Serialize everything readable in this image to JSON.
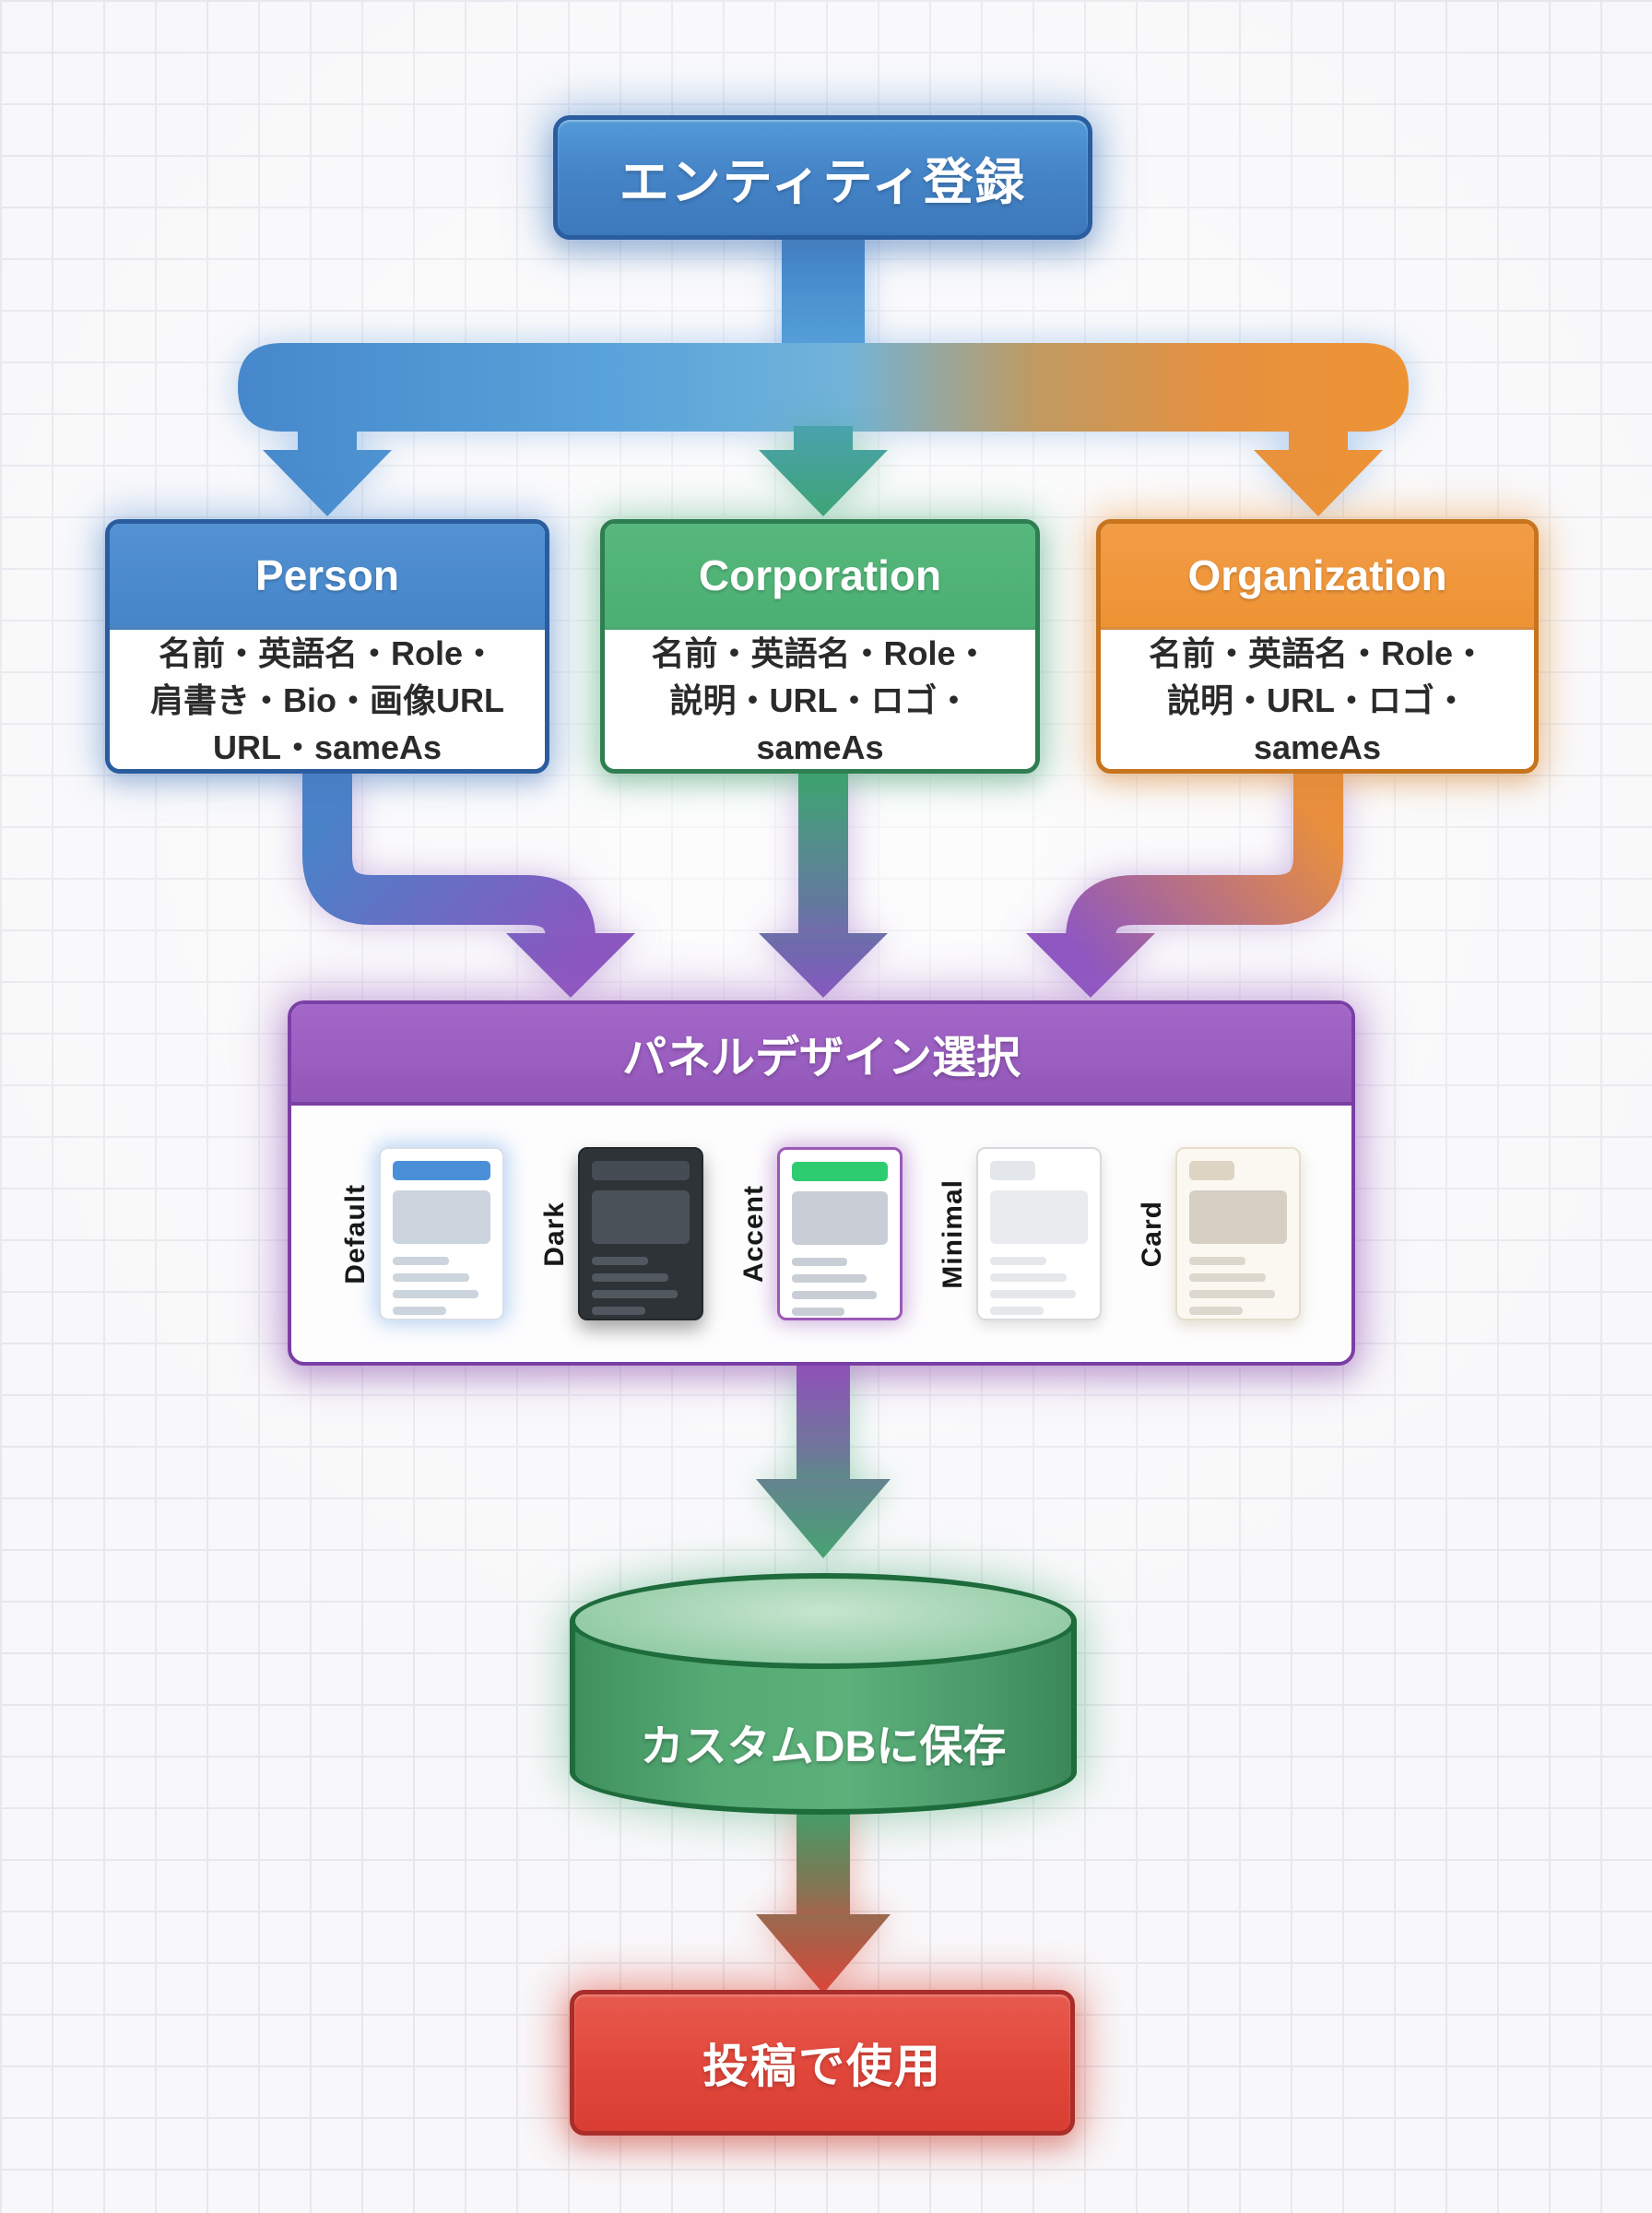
{
  "diagram": {
    "title_node": {
      "label": "エンティティ登録"
    },
    "entities": [
      {
        "title": "Person",
        "lines": [
          "名前・英語名・Role・",
          "肩書き・Bio・画像URL",
          "URL・sameAs"
        ],
        "color": "#4585c8"
      },
      {
        "title": "Corporation",
        "lines": [
          "名前・英語名・Role・",
          "説明・URL・ロゴ・",
          "sameAs"
        ],
        "color": "#4caf72"
      },
      {
        "title": "Organization",
        "lines": [
          "名前・英語名・Role・",
          "説明・URL・ロゴ・",
          "sameAs"
        ],
        "color": "#ee9334"
      }
    ],
    "panel": {
      "title": "パネルデザイン選択",
      "designs": [
        "Default",
        "Dark",
        "Accent",
        "Minimal",
        "Card"
      ]
    },
    "database": {
      "label": "カスタムDBに保存",
      "color": "#4ea36d"
    },
    "final": {
      "label": "投稿で使用",
      "color": "#e2483c"
    },
    "colors": {
      "entity_registration": "#4585c8",
      "panel_select": "#9b5fc0",
      "arrow_blue": "#4688cb",
      "arrow_green": "#3fa673",
      "arrow_orange": "#ee9334",
      "arrow_purple": "#8b57c0",
      "arrow_red": "#d6473c"
    }
  }
}
